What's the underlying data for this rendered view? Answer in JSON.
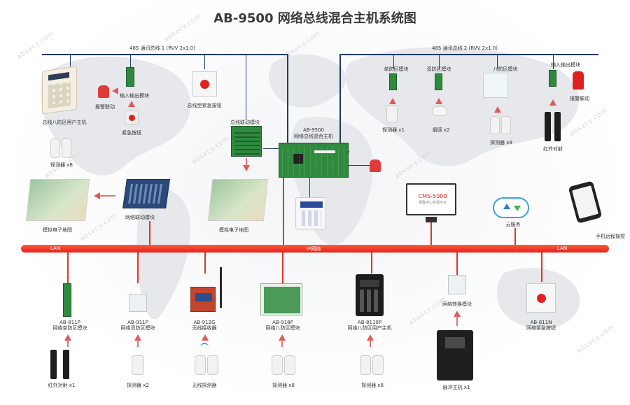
{
  "title": "AB-9500 网络总线混合主机系统图",
  "watermark": "absecy.com",
  "bus1": "485 通讯总线 1   (RVV 2x1.0)",
  "bus2": "485 通讯总线 2   (RVV 2x1.0)",
  "lan_left": "LAN",
  "lan_center": "IP网络",
  "lan_right": "LAN",
  "cms_screen": "CMS-5000",
  "cms_sub": "报警中心管理平台",
  "labels": {
    "alarm_linkage": "报警联动",
    "io_module": "输入输出模块",
    "emergency_button": "紧急按钮",
    "bus_emergency_button": "总线型紧急按钮",
    "bus8_keypad_host": "总线八防区用户主机",
    "detector_x8_left": "探测器 x8",
    "linkage_module": "总线联动模块",
    "host_model": "AB-9500",
    "host_name": "网络总线混合主机",
    "single_zone_module": "单防区模块",
    "dual_zone_module": "双防区模块",
    "eight_zone_module": "八防区模块",
    "io_module_right": "输入输出模块",
    "alarm_linkage_right": "报警联动",
    "detector_x1": "探测器 x1",
    "smoke_x2": "烟感 x2",
    "detector_x8_right": "探测器 x8",
    "ir_beam_right": "红外对射",
    "sim_map_left": "模拟电子地图",
    "network_linkage_module": "网络联动模块",
    "sim_map_center": "模拟电子地图",
    "cloud_service": "云服务",
    "mobile_control": "手机远程操控",
    "b1_model": "AB-811P",
    "b1_name": "网络单防区模块",
    "b1_dev": "红外对射 x1",
    "b2_model": "AB-911P",
    "b2_name": "网络双防区模块",
    "b2_dev": "探测器 x2",
    "b3_model": "AB-912G",
    "b3_name": "无线接收器",
    "b3_dev": "无线探测器",
    "b4_model": "AB-918P",
    "b4_name": "网络八防区模块",
    "b4_dev": "探测器 x8",
    "b5_model": "AB-8110P",
    "b5_name": "网络八防区用户主机",
    "b5_dev": "探测器 x8",
    "b6_name": "网络转换模块",
    "b6_dev": "脉冲主机 x1",
    "b7_model": "AB-811N",
    "b7_name": "网络紧急按钮"
  },
  "colors": {
    "lan": "#e2241d",
    "bus": "#1e3a66",
    "arrow": "#e05a5a",
    "module_green": "#2f8a3e"
  }
}
